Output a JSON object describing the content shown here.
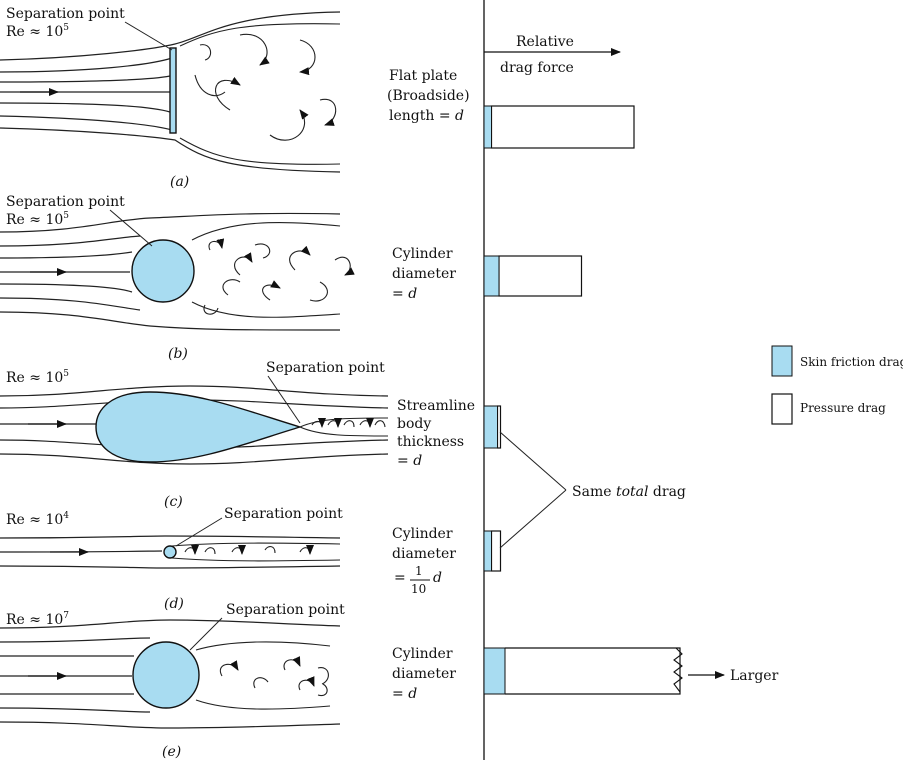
{
  "diagrams": {
    "a": {
      "caption": "(a)",
      "sep_label": "Separation point",
      "re_base": "Re ≈ 10",
      "re_exp": "5"
    },
    "b": {
      "caption": "(b)",
      "sep_label": "Separation point",
      "re_base": "Re ≈ 10",
      "re_exp": "5"
    },
    "c": {
      "caption": "(c)",
      "sep_label": "Separation point",
      "re_base": "Re ≈ 10",
      "re_exp": "5"
    },
    "d": {
      "caption": "(d)",
      "sep_label": "Separation point",
      "re_base": "Re ≈ 10",
      "re_exp": "4"
    },
    "e": {
      "caption": "(e)",
      "sep_label": "Separation point",
      "re_base": "Re ≈ 10",
      "re_exp": "7"
    }
  },
  "axis": {
    "title_line1": "Relative",
    "title_line2": "drag force"
  },
  "bodies": {
    "a": {
      "line1": "Flat plate",
      "line2": "(Broadside)",
      "line3": "length = ",
      "line3_var": "d"
    },
    "b": {
      "line1": "Cylinder",
      "line2": "diameter",
      "line3": "= ",
      "line3_var": "d"
    },
    "c": {
      "line1": "Streamline",
      "line2": "body",
      "line3": "thickness",
      "line4": "= ",
      "line4_var": "d"
    },
    "d": {
      "line1": "Cylinder",
      "line2": "diameter",
      "eq": "=",
      "frac_num": "1",
      "frac_den": "10",
      "var": "d"
    },
    "e": {
      "line1": "Cylinder",
      "line2": "diameter",
      "line3": "= ",
      "line3_var": "d"
    }
  },
  "drag_bars": [
    {
      "body": "Flat plate (broadside)",
      "skin_friction": 0.05,
      "pressure": 0.95,
      "total": 1.0
    },
    {
      "body": "Cylinder, Re 10^5",
      "skin_friction": 0.1,
      "pressure": 0.55,
      "total": 0.63
    },
    {
      "body": "Streamline body",
      "skin_friction": 0.09,
      "pressure": 0.02,
      "total": 0.11
    },
    {
      "body": "Cylinder, 1/10 d",
      "skin_friction": 0.05,
      "pressure": 0.06,
      "total": 0.11
    },
    {
      "body": "Cylinder, Re 10^7",
      "skin_friction": 0.14,
      "pressure": 1.0,
      "total": "larger"
    }
  ],
  "annotations": {
    "same_pre": "Same ",
    "same_ital": "total",
    "same_post": " drag",
    "larger": "Larger"
  },
  "legend": {
    "skin_label": "Skin friction drag",
    "pressure_label": "Pressure drag",
    "skin_color": "#a8dcf1",
    "pressure_color": "#ffffff"
  }
}
